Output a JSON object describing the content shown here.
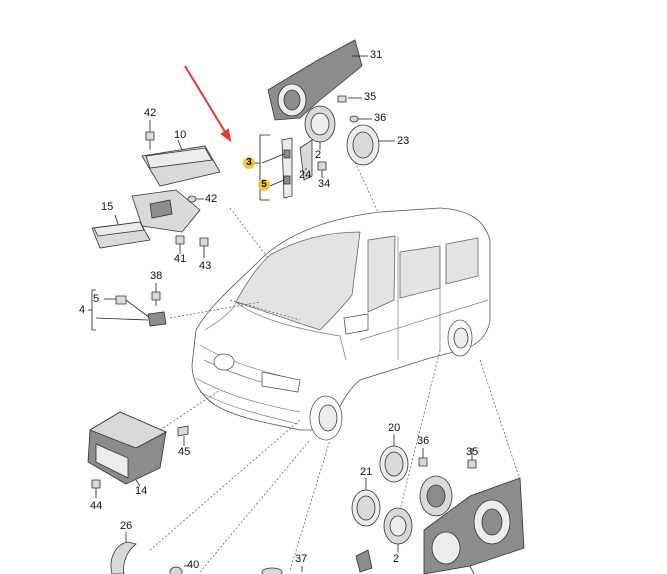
{
  "labels": {
    "l31": "31",
    "l35a": "35",
    "l36a": "36",
    "l23": "23",
    "l2a": "2",
    "l34": "34",
    "l24": "24",
    "l3": "3",
    "l5a": "5",
    "l42a": "42",
    "l10": "10",
    "l42b": "42",
    "l15": "15",
    "l41": "41",
    "l43": "43",
    "l38": "38",
    "l4": "4",
    "l5b": "5",
    "l45": "45",
    "l14": "14",
    "l44": "44",
    "l20": "20",
    "l36b": "36",
    "l35b": "35",
    "l21": "21",
    "l2b": "2",
    "l26": "26",
    "l40": "40",
    "l37": "37"
  },
  "highlighted": [
    "3",
    "5"
  ],
  "colors": {
    "highlight": "#f2c53d",
    "arrow": "#e53935"
  }
}
